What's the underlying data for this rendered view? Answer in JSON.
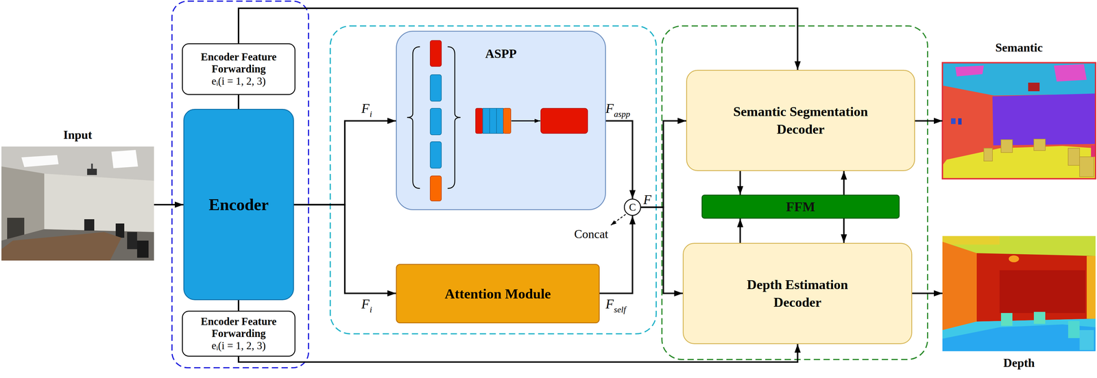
{
  "diagram": {
    "nodes": [
      {
        "text": [
          "Input"
        ]
      },
      {
        "text": [
          "Encoder Feature Forwarding",
          "eᵢ(i = 1, 2, 3)"
        ]
      },
      {
        "text": [
          "Encoder"
        ]
      },
      {
        "text": [
          "Encoder Feature Forwarding",
          "eᵢ(i = 1, 2, 3)"
        ]
      },
      {
        "text": [
          "ASPP"
        ]
      },
      {
        "text": [
          "Attention Module"
        ]
      },
      {
        "text": [
          "C"
        ]
      },
      {
        "text": [
          "Semantic Segmentation Decoder"
        ]
      },
      {
        "text": [
          "FFM"
        ]
      },
      {
        "text": [
          "Depth Estimation Decoder"
        ]
      },
      {
        "text": [
          "Semantic"
        ]
      },
      {
        "text": [
          "Depth"
        ]
      }
    ],
    "edges": [
      {
        "from": 0,
        "to": 2,
        "arrow": "to"
      },
      {
        "from": 1,
        "to": 7,
        "arrow": "to"
      },
      {
        "from": 2,
        "to": 4,
        "arrow": "to"
      },
      {
        "from": 2,
        "to": 5,
        "arrow": "to"
      },
      {
        "from": 4,
        "to": 6,
        "arrow": "to"
      },
      {
        "from": 5,
        "to": 6,
        "arrow": "to"
      },
      {
        "from": 6,
        "to": 7,
        "arrow": "to"
      },
      {
        "from": 6,
        "to": 9,
        "arrow": "to"
      },
      {
        "from": 7,
        "to": 8,
        "arrow": "to"
      },
      {
        "from": 8,
        "to": 7,
        "arrow": "to"
      },
      {
        "from": 8,
        "to": 9,
        "arrow": "to"
      },
      {
        "from": 9,
        "to": 8,
        "arrow": "to"
      },
      {
        "from": 7,
        "to": 10,
        "arrow": "to"
      },
      {
        "from": 9,
        "to": 11,
        "arrow": "to"
      },
      {
        "from": 3,
        "to": 9,
        "arrow": "to"
      },
      {
        "from": 2,
        "to": 1,
        "arrow": "none"
      },
      {
        "from": 2,
        "to": 3,
        "arrow": "none"
      }
    ],
    "labels": [
      "F",
      "i",
      "F",
      "aspp",
      "F",
      "self",
      "F",
      "i",
      "F",
      "Concat"
    ]
  }
}
